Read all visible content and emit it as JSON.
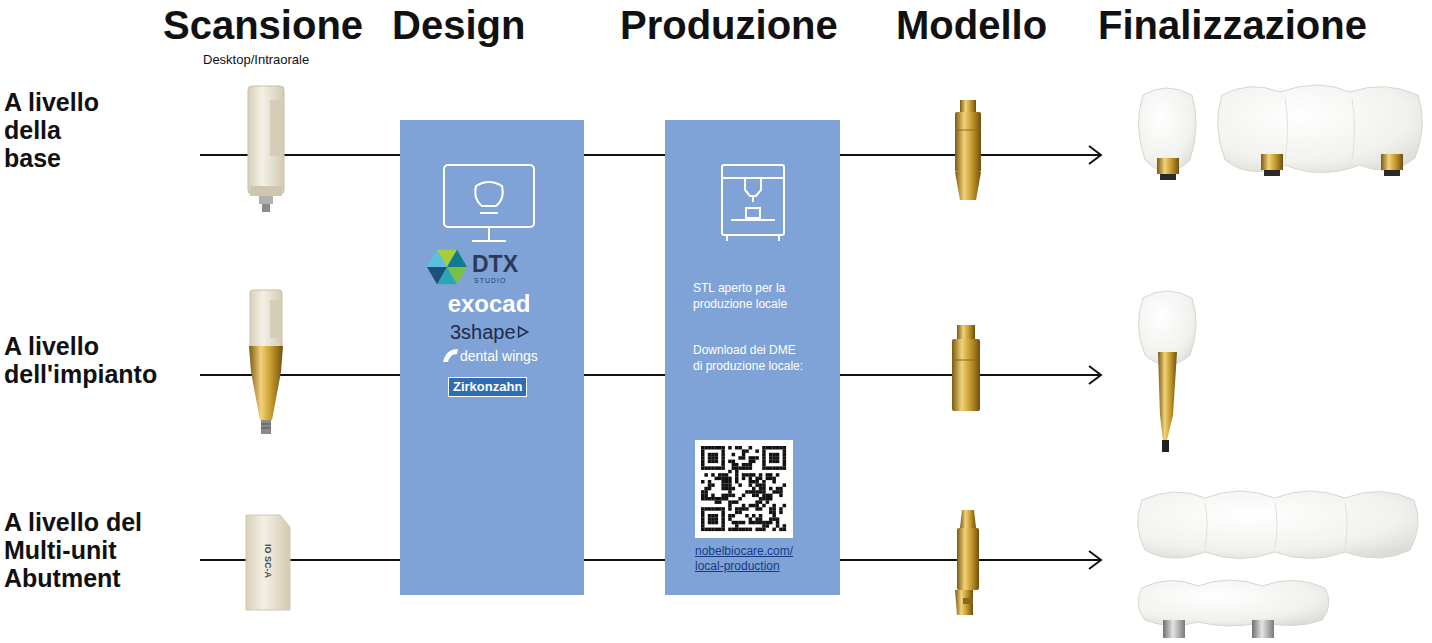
{
  "diagram": {
    "nodes": [
      {
        "text": [
          "DTX",
          "STUDIO",
          "exocad",
          "3shape",
          "dental wings",
          "Zirkonzahn"
        ]
      },
      {
        "text": [
          "STL aperto per la produzione locale",
          "Download dei DME di produzione locale:",
          "nobelbiocare.com/ local-production"
        ]
      }
    ],
    "edges": [
      {
        "from": 0,
        "to": 1,
        "arrow": "none"
      },
      {
        "from": 0,
        "to": 1,
        "arrow": "none"
      },
      {
        "from": 0,
        "to": 1,
        "arrow": "none"
      }
    ],
    "labels": [
      "Scansione",
      "Desktop/Intraorale",
      "Design",
      "Produzione",
      "Modello",
      "Finalizzazione",
      "A livello della base",
      "A livello dell'impianto",
      "A livello del Multi-unit Abutment",
      "IO SC-A"
    ]
  }
}
